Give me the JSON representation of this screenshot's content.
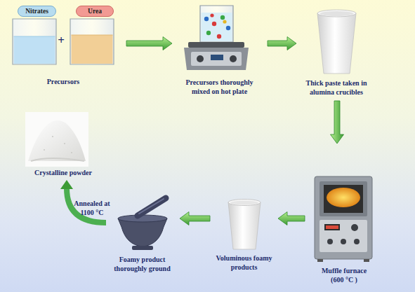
{
  "diagram": {
    "nodes": [
      {
        "text": [
          "Precursors"
        ]
      },
      {
        "text": [
          "Nitrates"
        ],
        "in": 0
      },
      {
        "text": [
          "Urea"
        ],
        "in": 0
      },
      {
        "text": [
          "Precursors thoroughly mixed on hot plate"
        ]
      },
      {
        "text": [
          "Thick paste taken in alumina crucibles"
        ]
      },
      {
        "text": [
          "Muffle furnace (600 °C )"
        ]
      },
      {
        "text": [
          "Voluminous foamy products"
        ]
      },
      {
        "text": [
          "Foamy product thoroughly ground"
        ]
      },
      {
        "text": [
          "Crystalline powder"
        ]
      }
    ],
    "edges": [
      {
        "from": 0,
        "to": 3,
        "arrow": "to"
      },
      {
        "from": 3,
        "to": 4,
        "arrow": "to"
      },
      {
        "from": 4,
        "to": 5,
        "arrow": "to"
      },
      {
        "from": 5,
        "to": 6,
        "arrow": "to"
      },
      {
        "from": 6,
        "to": 7,
        "arrow": "to"
      },
      {
        "from": 7,
        "to": 8,
        "arrow": "to",
        "label": "Annealed at 1100 °C"
      }
    ],
    "labels": [
      "+"
    ]
  }
}
